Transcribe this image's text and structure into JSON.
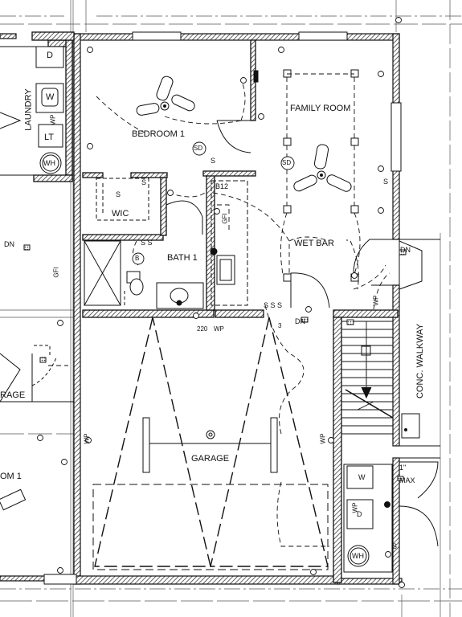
{
  "rooms": {
    "laundry": "LAUNDRY",
    "bedroom1": "BEDROOM 1",
    "family_room": "FAMILY ROOM",
    "wic": "WIC",
    "bath1": "BATH 1",
    "wet_bar": "WET BAR",
    "garage": "GARAGE",
    "garage_left_partial": "RAGE",
    "room_left_partial": "OM 1"
  },
  "appliances": {
    "dryer": "D",
    "washer": "W",
    "laundry_tub": "LT",
    "water_heater": "WH",
    "washer_right": "W",
    "dryer_right": "D",
    "water_heater_right": "WH"
  },
  "symbols": {
    "smoke_detector": "SD",
    "bath_fan": "B",
    "cabinet_b12": "B12",
    "switch_s": "S",
    "switches_ss": "S S",
    "switches_sss": "S S S",
    "switch_s3": "3",
    "weatherproof": "WP",
    "gfi": "GFI",
    "down": "DN",
    "outlet_220": "220",
    "dimension": "1\"",
    "max": "MAX"
  },
  "outside": {
    "walkway": "CONC. WALKWAY"
  }
}
